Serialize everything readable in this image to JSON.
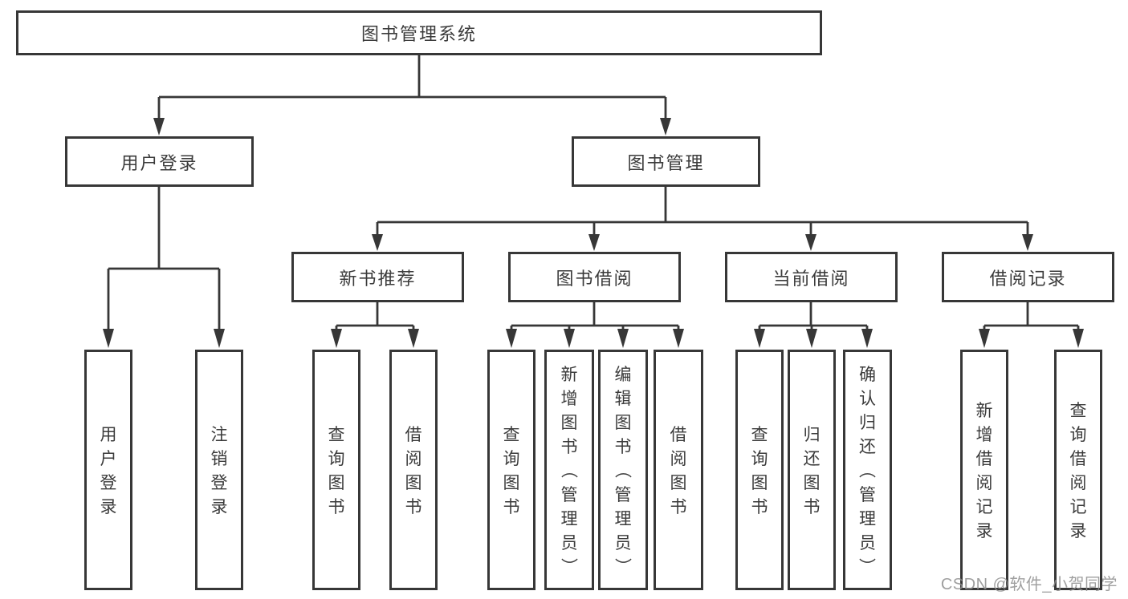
{
  "tree": {
    "root": {
      "label": "图书管理系统"
    },
    "branches": [
      {
        "label": "用户登录",
        "children": [
          {
            "label": "用户登录"
          },
          {
            "label": "注销登录"
          }
        ]
      },
      {
        "label": "图书管理",
        "children": [
          {
            "label": "新书推荐",
            "children": [
              {
                "label": "查询图书"
              },
              {
                "label": "借阅图书"
              }
            ]
          },
          {
            "label": "图书借阅",
            "children": [
              {
                "label": "查询图书"
              },
              {
                "label": "新增图书（管理员）"
              },
              {
                "label": "编辑图书（管理员）"
              },
              {
                "label": "借阅图书"
              }
            ]
          },
          {
            "label": "当前借阅",
            "children": [
              {
                "label": "查询图书"
              },
              {
                "label": "归还图书"
              },
              {
                "label": "确认归还（管理员）"
              }
            ]
          },
          {
            "label": "借阅记录",
            "children": [
              {
                "label": "新增借阅记录"
              },
              {
                "label": "查询借阅记录"
              }
            ]
          }
        ]
      }
    ]
  },
  "watermark": {
    "text": "CSDN @软件_小贺同学"
  },
  "colors": {
    "line": "#373737",
    "text": "#3b3b3b",
    "background": "#ffffff",
    "watermark": "#8f8f8f"
  }
}
